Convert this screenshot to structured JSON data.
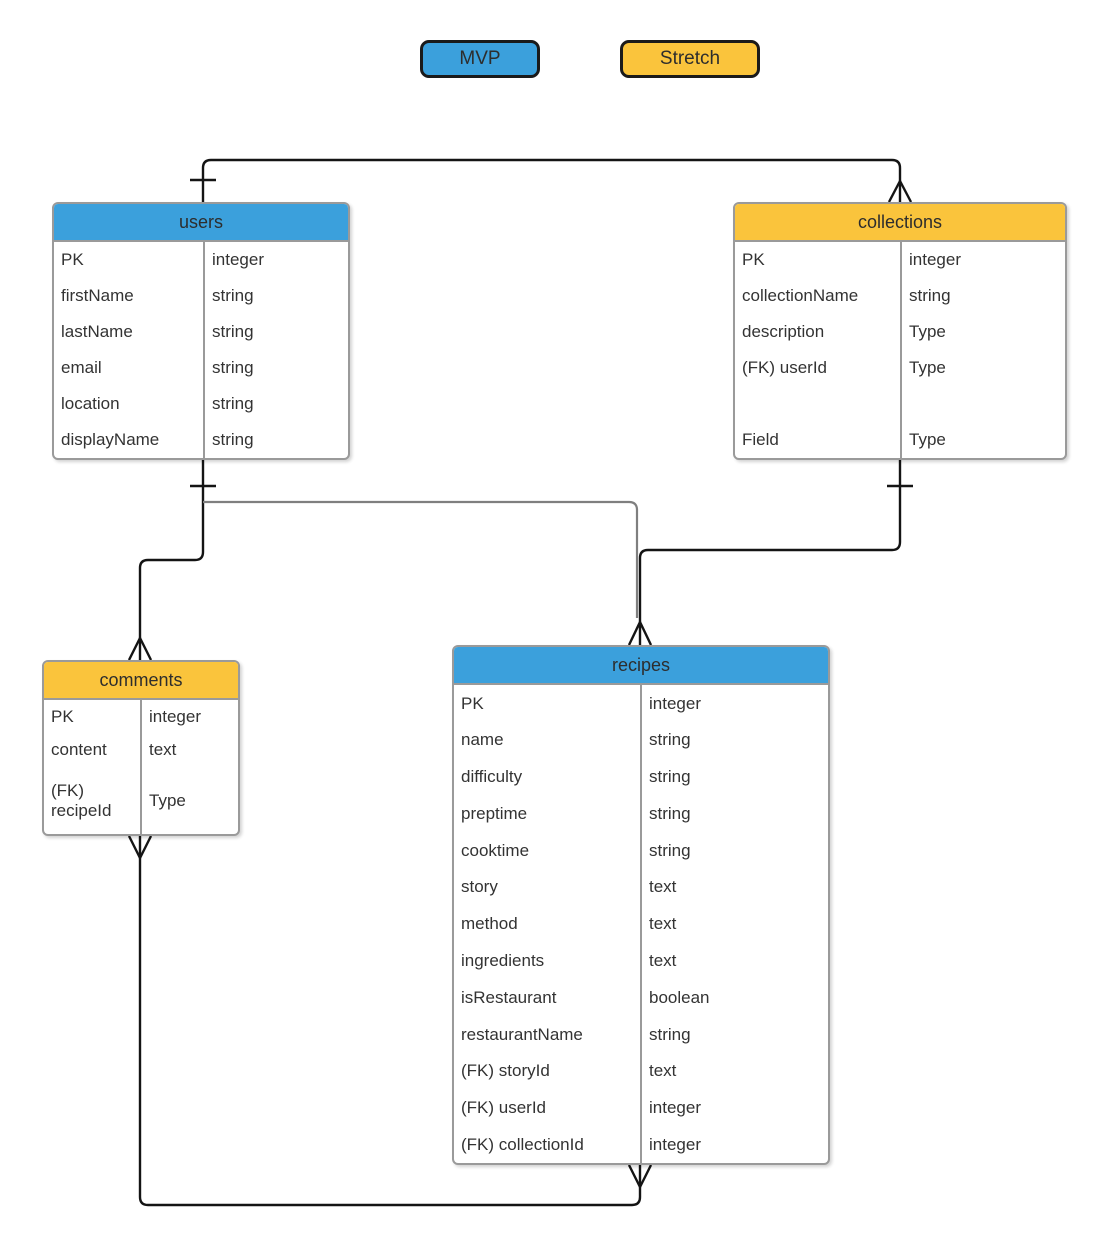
{
  "legend": {
    "items": [
      {
        "label": "MVP",
        "color": "#3BA0DC"
      },
      {
        "label": "Stretch",
        "color": "#FAC43C"
      }
    ]
  },
  "colors": {
    "mvp_blue": "#3BA0DC",
    "stretch_yellow": "#FAC43C",
    "table_border": "#9A9A9A",
    "connector_black": "#141414",
    "connector_gray": "#7F7F7F",
    "text": "#333333"
  },
  "tables": [
    {
      "name": "users",
      "category": "MVP",
      "rows": [
        {
          "field": "PK",
          "type": "integer"
        },
        {
          "field": "firstName",
          "type": "string"
        },
        {
          "field": "lastName",
          "type": "string"
        },
        {
          "field": "email",
          "type": "string"
        },
        {
          "field": "location",
          "type": "string"
        },
        {
          "field": "displayName",
          "type": "string"
        }
      ]
    },
    {
      "name": "collections",
      "category": "Stretch",
      "rows": [
        {
          "field": "PK",
          "type": "integer"
        },
        {
          "field": "collectionName",
          "type": "string"
        },
        {
          "field": "description",
          "type": "Type"
        },
        {
          "field": "(FK) userId",
          "type": "Type"
        },
        {
          "field": "",
          "type": "",
          "blank": true
        },
        {
          "field": "Field",
          "type": "Type"
        }
      ]
    },
    {
      "name": "comments",
      "category": "Stretch",
      "rows": [
        {
          "field": "PK",
          "type": "integer"
        },
        {
          "field": "content",
          "type": "text"
        },
        {
          "field": "(FK) recipeId",
          "type": "Type",
          "tall": true
        }
      ]
    },
    {
      "name": "recipes",
      "category": "MVP",
      "rows": [
        {
          "field": "PK",
          "type": "integer"
        },
        {
          "field": "name",
          "type": "string"
        },
        {
          "field": "difficulty",
          "type": "string"
        },
        {
          "field": "preptime",
          "type": "string"
        },
        {
          "field": "cooktime",
          "type": "string"
        },
        {
          "field": "story",
          "type": "text"
        },
        {
          "field": "method",
          "type": "text"
        },
        {
          "field": "ingredients",
          "type": "text"
        },
        {
          "field": "isRestaurant",
          "type": "boolean"
        },
        {
          "field": "restaurantName",
          "type": "string"
        },
        {
          "field": "(FK) storyId",
          "type": "text"
        },
        {
          "field": "(FK) userId",
          "type": "integer"
        },
        {
          "field": "(FK) collectionId",
          "type": "integer"
        }
      ]
    }
  ],
  "relationships": [
    {
      "from": "users",
      "to": "collections",
      "from_end": "one",
      "to_end": "many"
    },
    {
      "from": "users",
      "to": "comments",
      "from_end": "one",
      "to_end": "many"
    },
    {
      "from": "users",
      "to": "recipes",
      "from_end": "one",
      "to_end": "many"
    },
    {
      "from": "collections",
      "to": "recipes",
      "from_end": "one",
      "to_end": "many"
    },
    {
      "from": "comments",
      "to": "recipes",
      "from_end": "many",
      "to_end": "many"
    }
  ]
}
